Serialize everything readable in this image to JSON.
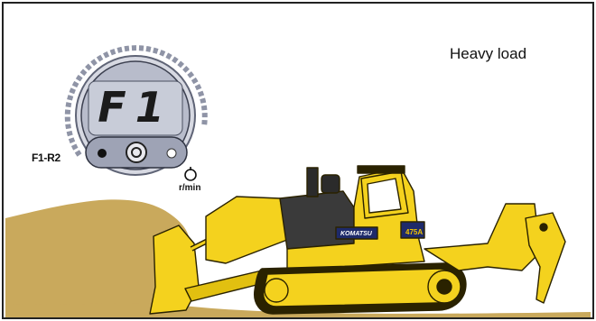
{
  "caption": "Heavy load",
  "gauge": {
    "gear_display": "F1",
    "mode_label": "F1-R2",
    "rpm_unit": "r/min"
  },
  "machine": {
    "brand": "KOMATSU",
    "model": "475A"
  },
  "colors": {
    "machine_body": "#f4d21e",
    "machine_outline": "#2a2200",
    "soil": "#c9a95c",
    "gauge_face": "#b8bccb",
    "gauge_ring": "#8f94a6",
    "engine_block": "#3a3a3a"
  }
}
